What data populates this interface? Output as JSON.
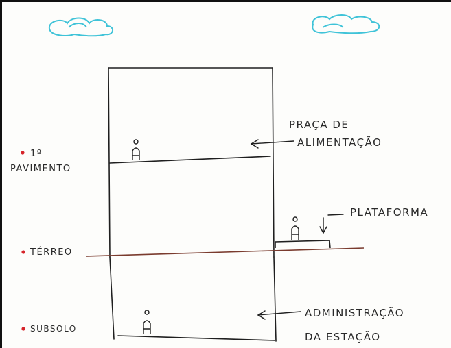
{
  "levels": {
    "first_floor": {
      "number": "1º",
      "name": "PAVIMENTO"
    },
    "ground": {
      "name": "TÉRREO"
    },
    "basement": {
      "name": "SUBSOLO"
    }
  },
  "annotations": {
    "food_court_line1": "PRAÇA DE",
    "food_court_line2": "ALIMENTAÇÃO",
    "platform": "PLATAFORMA",
    "admin_line1": "ADMINISTRAÇÃO",
    "admin_line2": "DA ESTAÇÃO"
  },
  "colors": {
    "ink": "#2a2a2a",
    "level_marker": "#d6242a",
    "cloud": "#3fc3d8",
    "ground_line": "#7a3b2e"
  },
  "icons": [
    "person-icon",
    "person-icon",
    "person-icon",
    "cloud-icon",
    "cloud-icon"
  ]
}
